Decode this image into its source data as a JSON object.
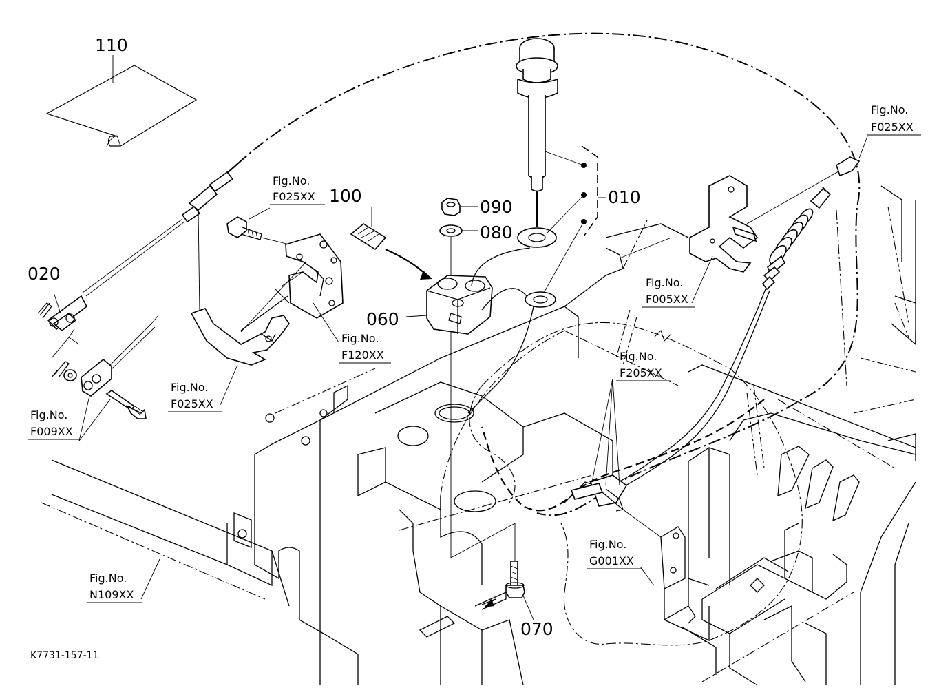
{
  "callouts": {
    "p010": "010",
    "p020": "020",
    "p060": "060",
    "p070": "070",
    "p080": "080",
    "p090": "090",
    "p100": "100",
    "p110": "110"
  },
  "figure_refs": {
    "prefix": "Fig.No.",
    "f025_top_right": "F025XX",
    "f025_upper_left": "F025XX",
    "f025_lower_left": "F025XX",
    "f005": "F005XX",
    "f120": "F120XX",
    "f205": "F205XX",
    "f009": "F009XX",
    "n109": "N109XX",
    "g001": "G001XX"
  },
  "drawing_code": "K7731-157-11"
}
